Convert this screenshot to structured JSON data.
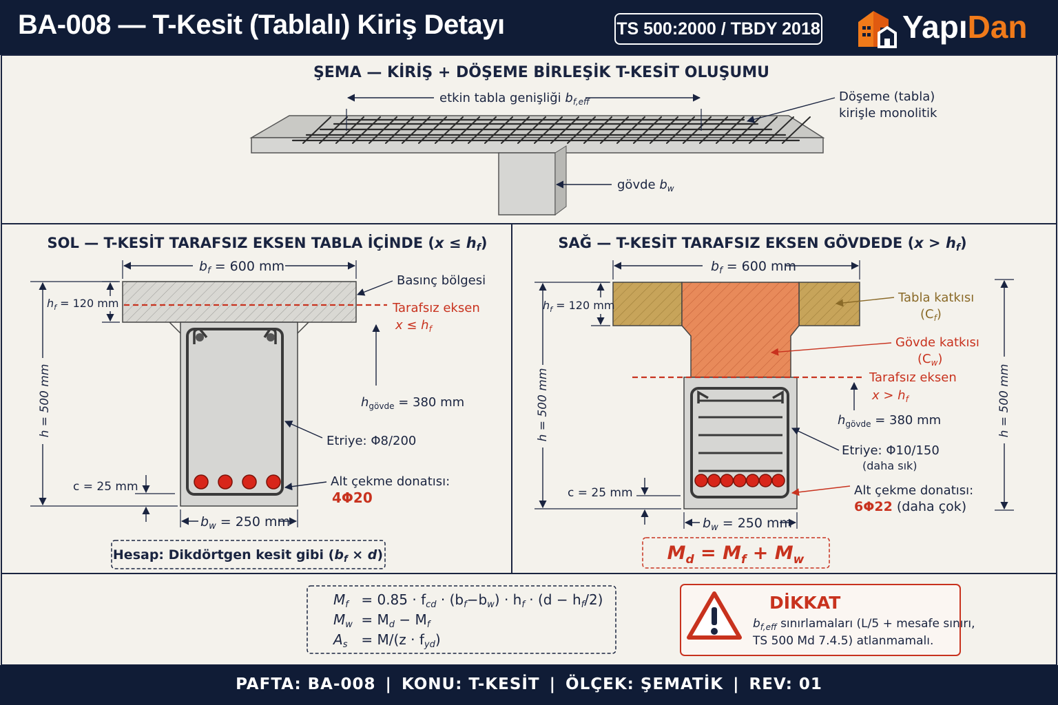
{
  "header": {
    "title": "BA-008 — T-Kesit (Tablalı) Kiriş Detayı",
    "standard_badge": "TS 500:2000 / TBDY 2018",
    "logo": {
      "icon": "building-logo-icon",
      "text_part1": "Yapı",
      "text_part2": "Dan"
    }
  },
  "top_panel": {
    "title": "ŞEMA — KİRİŞ + DÖŞEME BİRLEŞİK T-KESİT OLUŞUMU",
    "flange_width_label": "etkin  tabla genişliği",
    "flange_width_symbol": "b",
    "flange_width_sub": "f,eff",
    "slab_note_line1": "Döşeme (tabla)",
    "slab_note_line2": "kirişle monolitik",
    "web_label": "gövde",
    "web_symbol": "b",
    "web_sub": "w"
  },
  "left_panel": {
    "title_text": "SOL — T-KESİT TARAFSIZ EKSEN TABLA İÇİNDE (",
    "title_cond": "x ≤ h",
    "title_cond_sub": "f",
    "title_end": ")",
    "bf_label": "= 600 mm",
    "hf_label": "= 120 mm",
    "h_label": "h = 500 mm",
    "hgovde_sub": "gövde",
    "hgovde_label": "= 380 mm",
    "compression_label": "Basınç bölgesi",
    "neutral_axis_label": "Tarafsız eksen",
    "neutral_axis_cond": "x ≤ h",
    "stirrup_label": "Etriye: Φ8/200",
    "rebar_label": "Alt çekme donatısı:",
    "rebar_value": "4Φ20",
    "cover_label": "c = 25 mm",
    "bw_label": "= 250 mm",
    "calc_note_text": "Hesap: Dikdörtgen kesit gibi (",
    "calc_note_bf": "b",
    "calc_note_x": " × ",
    "calc_note_d": "d",
    "calc_note_end": ")",
    "rebar_count": 4
  },
  "right_panel": {
    "title_text": "SAĞ — T-KESİT TARAFSIZ EKSEN GÖVDEDE (",
    "title_cond": "x > h",
    "title_cond_sub": "f",
    "title_end": ")",
    "bf_label": "= 600 mm",
    "hf_label": "= 120 mm",
    "h_label_left": "h = 500 mm",
    "h_label_right": "h = 500 mm",
    "flange_contrib_label": "Tabla katkısı",
    "flange_contrib_symbol": "(C",
    "flange_contrib_sub": "f",
    "web_contrib_label": "Gövde katkısı",
    "web_contrib_symbol": "(C",
    "web_contrib_sub": "w",
    "neutral_axis_label": "Tarafsız eksen",
    "neutral_axis_cond": "x > h",
    "hgovde_sub": "gövde",
    "hgovde_label": "= 380 mm",
    "stirrup_label": "Etriye: Φ10/150",
    "stirrup_note": "(daha sık)",
    "rebar_label": "Alt çekme donatısı:",
    "rebar_value": "6Φ22",
    "rebar_note": "(daha çok)",
    "cover_label": "c = 25 mm",
    "bw_label": "= 250 mm",
    "moment_eq": {
      "md": "M",
      "md_sub": "d",
      "eq": " = ",
      "mf": "M",
      "mf_sub": "f",
      "plus": " + ",
      "mw": "M",
      "mw_sub": "w"
    },
    "rebar_count": 7
  },
  "formulas": {
    "line1": "= 0.85 · f",
    "line1_cd": "cd",
    "line1_rest": " · (b",
    "line1_f": "f",
    "line1_mid": "−b",
    "line1_w": "w",
    "line1_end": ") · h",
    "line1_hf": "f",
    "line1_tail": " · (d − h",
    "line1_hf2": "f",
    "line1_close": "/2)",
    "line2": "= M",
    "line2_d": "d",
    "line2_mid": " − M",
    "line2_f": "f",
    "line3": "= M/(z · f",
    "line3_yd": "yd",
    "line3_end": ")"
  },
  "warning": {
    "title": "DİKKAT",
    "line1_sym": "b",
    "line1_sub": "f,eff",
    "line1_text": " sınırlamaları (L/5 + mesafe sınırı,",
    "line2_text": "TS 500 Md 7.4.5) atlanmamalı."
  },
  "footer": {
    "items": [
      "PAFTA: BA-008",
      "KONU: T-KESİT",
      "ÖLÇEK: ŞEMATİK",
      "REV: 01"
    ]
  },
  "colors": {
    "navy": "#101c36",
    "red_accent": "#c8321e",
    "orange_brand": "#f07a1a",
    "flange_tan": "#c7a45a",
    "web_orange": "#e88a5a",
    "concrete": "#d6d6d3"
  }
}
